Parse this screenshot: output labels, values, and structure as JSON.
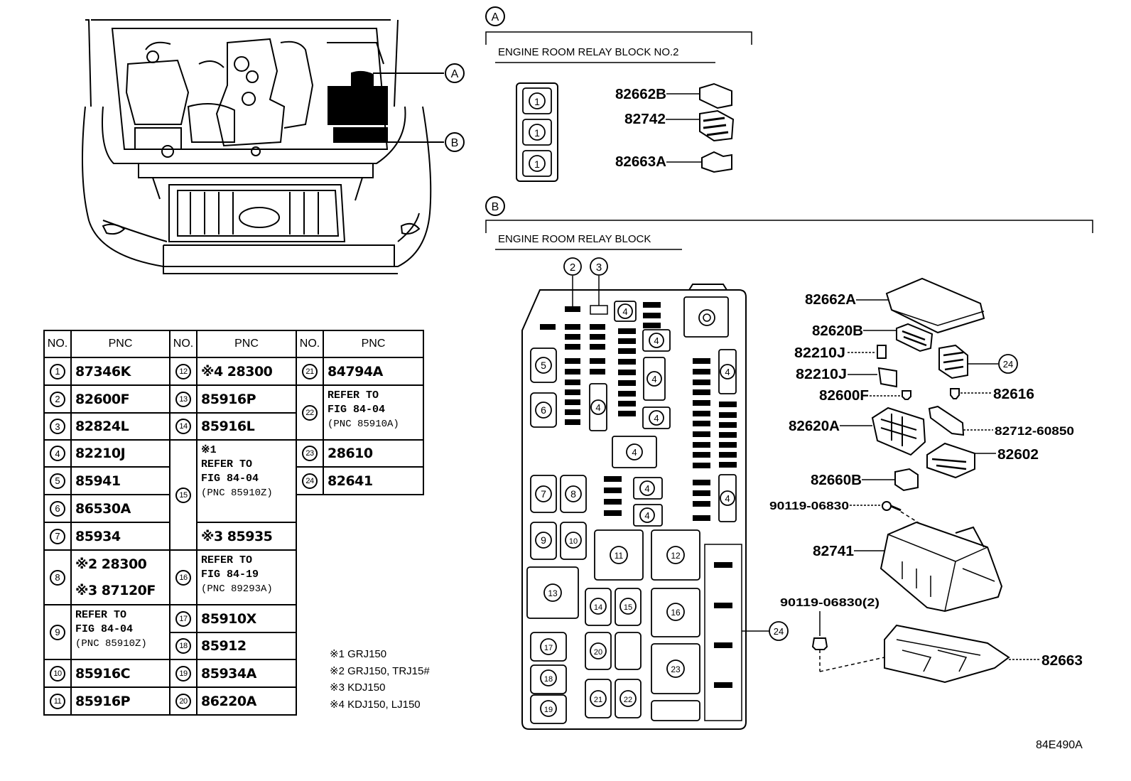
{
  "callouts": {
    "a": "A",
    "b": "B"
  },
  "section_a": {
    "title": "ENGINE ROOM RELAY BLOCK NO.2",
    "relay_labels": [
      "1",
      "1",
      "1"
    ]
  },
  "section_b": {
    "title": "ENGINE ROOM RELAY BLOCK"
  },
  "parts_a": [
    "82662B",
    "82742",
    "82663A"
  ],
  "parts_b": {
    "p82662A": "82662A",
    "p82620B": "82620B",
    "p82210J_1": "82210J",
    "p82210J_2": "82210J",
    "p82600F": "82600F",
    "p82616": "82616",
    "p82620A": "82620A",
    "p82712": "82712-60850",
    "p82602": "82602",
    "p82660B": "82660B",
    "p90119": "90119-06830",
    "p82741": "82741",
    "p90119_2": "90119-06830(2)",
    "p82663": "82663",
    "c24": "24"
  },
  "block_labels": {
    "n2": "2",
    "n3": "3",
    "n4": "4",
    "n5": "5",
    "n6": "6",
    "n7": "7",
    "n8": "8",
    "n9": "9",
    "n10": "10",
    "n11": "11",
    "n12": "12",
    "n13": "13",
    "n14": "14",
    "n15": "15",
    "n16": "16",
    "n17": "17",
    "n18": "18",
    "n19": "19",
    "n20": "20",
    "n21": "21",
    "n22": "22",
    "n23": "23",
    "n24": "24"
  },
  "table": {
    "header_no": "NO.",
    "header_pnc": "PNC",
    "col1": [
      {
        "no": "1",
        "pnc": "87346K"
      },
      {
        "no": "2",
        "pnc": "82600F"
      },
      {
        "no": "3",
        "pnc": "82824L"
      },
      {
        "no": "4",
        "pnc": "82210J"
      },
      {
        "no": "5",
        "pnc": "85941"
      },
      {
        "no": "6",
        "pnc": "86530A"
      },
      {
        "no": "7",
        "pnc": "85934"
      },
      {
        "no": "8",
        "pnc_a": "※2 28300",
        "pnc_b": "※3 87120F"
      },
      {
        "no": "9",
        "ref1": "REFER TO",
        "ref2": "FIG 84-04",
        "ref3": "(PNC 85910Z)"
      },
      {
        "no": "10",
        "pnc": "85916C"
      },
      {
        "no": "11",
        "pnc": "85916P"
      }
    ],
    "col2": [
      {
        "no": "12",
        "pnc": "※4 28300"
      },
      {
        "no": "13",
        "pnc": "85916P"
      },
      {
        "no": "14",
        "pnc": "85916L"
      },
      {
        "no": "15",
        "ref0": "※1",
        "ref1": "REFER TO",
        "ref2": "FIG 84-04",
        "ref3": "(PNC 85910Z)",
        "pnc_b": "※3 85935"
      },
      {
        "no": "16",
        "ref1": "REFER TO",
        "ref2": "FIG 84-19",
        "ref3": "(PNC 89293A)"
      },
      {
        "no": "17",
        "pnc": "85910X"
      },
      {
        "no": "18",
        "pnc": "85912"
      },
      {
        "no": "19",
        "pnc": "85934A"
      },
      {
        "no": "20",
        "pnc": "86220A"
      }
    ],
    "col3": [
      {
        "no": "21",
        "pnc": "84794A"
      },
      {
        "no": "22",
        "ref1": "REFER TO",
        "ref2": "FIG 84-04",
        "ref3": "(PNC 85910A)"
      },
      {
        "no": "23",
        "pnc": "28610"
      },
      {
        "no": "24",
        "pnc": "82641"
      }
    ]
  },
  "notes": [
    "※1  GRJ150",
    "※2  GRJ150, TRJ15#",
    "※3  KDJ150",
    "※4  KDJ150, LJ150"
  ],
  "figure_code": "84E490A"
}
